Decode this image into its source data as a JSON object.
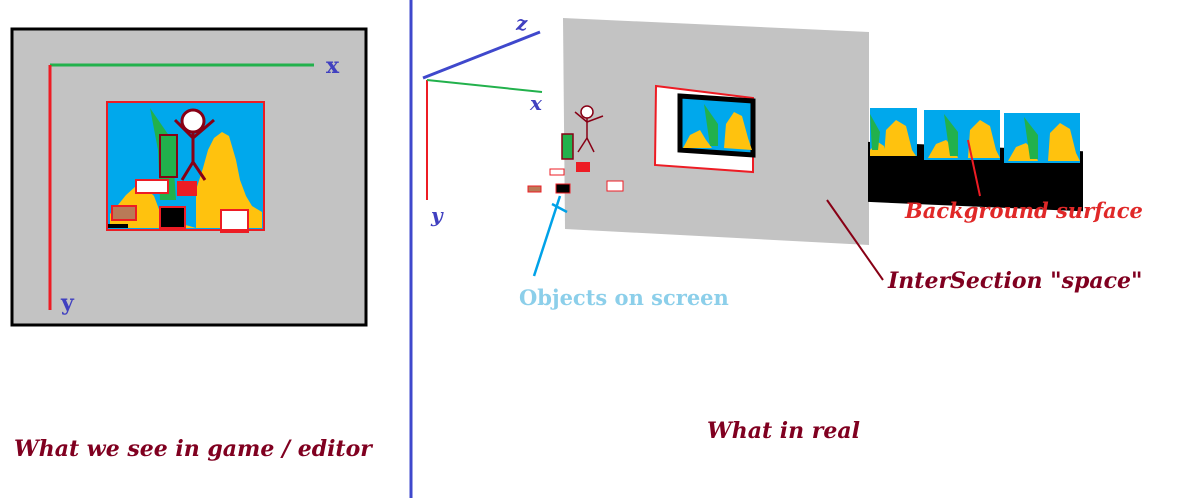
{
  "left_panel": {
    "axis_x": "x",
    "axis_y": "y",
    "caption": "What we see in game / editor"
  },
  "right_panel": {
    "axis_x": "x",
    "axis_y": "y",
    "axis_z": "z",
    "caption": "What in real",
    "label_background": "Background surface",
    "label_intersection": "InterSection \"space\"",
    "label_objects": "Objects on screen"
  },
  "colors": {
    "panel_gray": "#c3c3c3",
    "sky_blue": "#00a8ec",
    "sand_yellow": "#ffc20e",
    "red": "#ed1c24",
    "green": "#22b14c",
    "divider_blue": "#3f48cc",
    "dark_red": "#880015"
  }
}
